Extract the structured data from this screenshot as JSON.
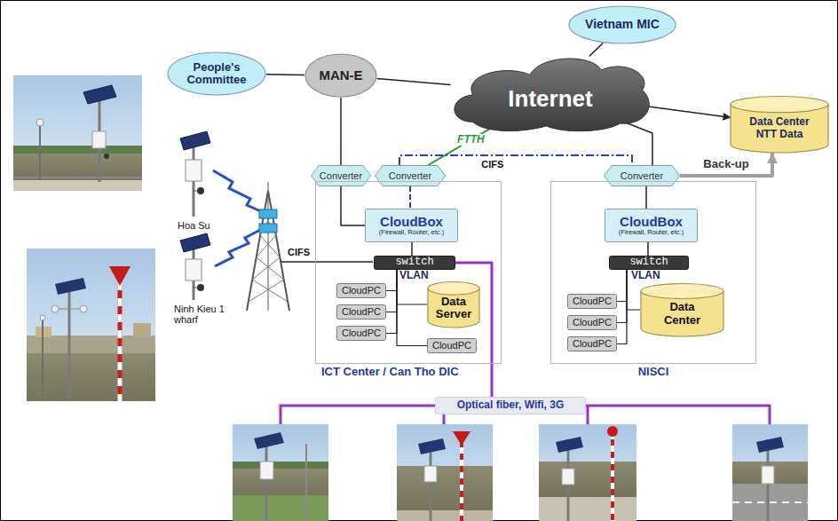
{
  "diagram": {
    "nodes": [
      {
        "text": [
          "People's Committee"
        ]
      },
      {
        "text": [
          "Vietnam MIC"
        ]
      },
      {
        "text": [
          "MAN-E"
        ]
      },
      {
        "text": [
          "Internet"
        ]
      },
      {
        "text": [
          "Data Center NTT Data"
        ]
      },
      {
        "text": [
          "Converter"
        ]
      },
      {
        "text": [
          "Converter"
        ]
      },
      {
        "text": [
          "Converter"
        ]
      },
      {
        "text": [
          "ICT Center / Can Tho DIC"
        ]
      },
      {
        "text": [
          "CloudBox",
          "(Firewall, Router, etc.)"
        ],
        "in": 8
      },
      {
        "text": [
          "switch"
        ],
        "in": 8
      },
      {
        "text": [
          "CloudPC"
        ],
        "in": 8
      },
      {
        "text": [
          "CloudPC"
        ],
        "in": 8
      },
      {
        "text": [
          "CloudPC"
        ],
        "in": 8
      },
      {
        "text": [
          "Data Server"
        ],
        "in": 8
      },
      {
        "text": [
          "CloudPC"
        ],
        "in": 8
      },
      {
        "text": [
          "NISCI"
        ]
      },
      {
        "text": [
          "CloudBox",
          "(Firewall, Router, etc.)"
        ],
        "in": 16
      },
      {
        "text": [
          "switch"
        ],
        "in": 16
      },
      {
        "text": [
          "CloudPC"
        ],
        "in": 16
      },
      {
        "text": [
          "CloudPC"
        ],
        "in": 16
      },
      {
        "text": [
          "CloudPC"
        ],
        "in": 16
      },
      {
        "text": [
          "Data Center"
        ],
        "in": 16
      },
      {
        "text": [
          "Optical fiber, Wifi, 3G"
        ]
      }
    ],
    "edges": [
      {
        "from": 0,
        "to": 2,
        "arrow": "none"
      },
      {
        "from": 2,
        "to": 3,
        "arrow": "none"
      },
      {
        "from": 1,
        "to": 3,
        "arrow": "none"
      },
      {
        "from": 3,
        "to": 4,
        "arrow": "to"
      },
      {
        "from": 2,
        "to": 5,
        "arrow": "none"
      },
      {
        "from": 3,
        "to": 6,
        "arrow": "none",
        "label": "FTTH"
      },
      {
        "from": 6,
        "to": 7,
        "arrow": "none",
        "label": "CIFS"
      },
      {
        "from": 3,
        "to": 7,
        "arrow": "none"
      },
      {
        "from": 7,
        "to": 4,
        "arrow": "to",
        "label": "Back-up"
      },
      {
        "from": 5,
        "to": 9,
        "arrow": "none"
      },
      {
        "from": 6,
        "to": 9,
        "arrow": "none"
      },
      {
        "from": 9,
        "to": 10,
        "arrow": "none"
      },
      {
        "from": 10,
        "to": 11,
        "arrow": "none"
      },
      {
        "from": 10,
        "to": 12,
        "arrow": "none"
      },
      {
        "from": 10,
        "to": 13,
        "arrow": "none"
      },
      {
        "from": 10,
        "to": 14,
        "arrow": "none"
      },
      {
        "from": 10,
        "to": 15,
        "arrow": "none"
      },
      {
        "from": 10,
        "to": 23,
        "arrow": "none"
      },
      {
        "from": 7,
        "to": 17,
        "arrow": "none"
      },
      {
        "from": 17,
        "to": 18,
        "arrow": "none"
      },
      {
        "from": 18,
        "to": 19,
        "arrow": "none"
      },
      {
        "from": 18,
        "to": 20,
        "arrow": "none"
      },
      {
        "from": 18,
        "to": 21,
        "arrow": "none"
      },
      {
        "from": 18,
        "to": 22,
        "arrow": "none"
      }
    ],
    "labels": [
      "Hoa Su",
      "Ninh Kieu 1 wharf",
      "CIFS",
      "VLAN",
      "VLAN"
    ]
  }
}
